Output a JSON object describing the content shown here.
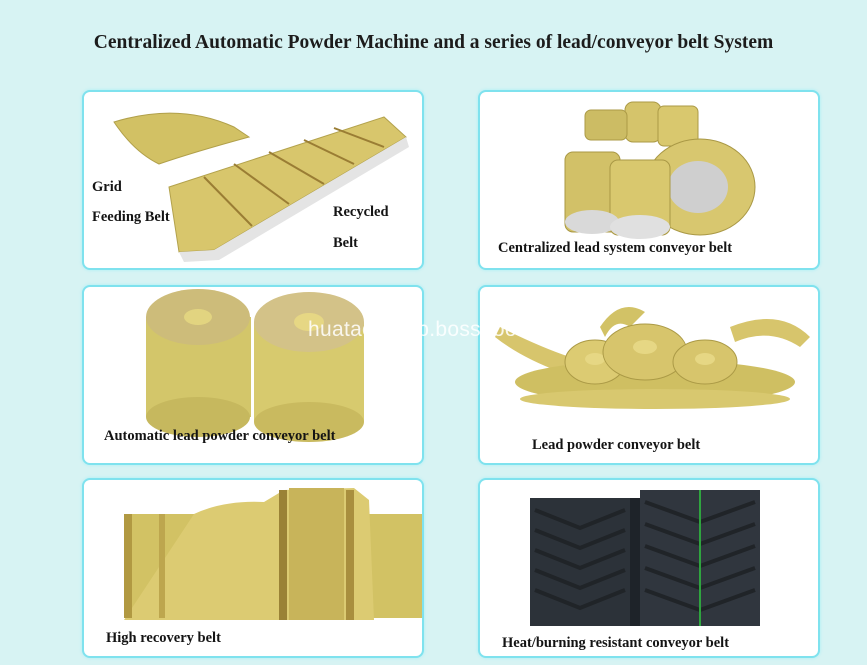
{
  "title": "Centralized Automatic Powder Machine and a series of lead/conveyor belt System",
  "panels": {
    "p1": {
      "label_a": "Grid",
      "label_b": "Feeding Belt",
      "label_c": "Recycled",
      "label_d": "Belt"
    },
    "p2": {
      "label": "Centralized lead system conveyor belt"
    },
    "p3": {
      "label": "Automatic lead powder conveyor belt"
    },
    "p4": {
      "label": "Lead powder conveyor belt"
    },
    "p5": {
      "label": "High recovery belt"
    },
    "p6": {
      "label": "Heat/burning resistant conveyor belt"
    }
  },
  "watermark": "huataogroup.bossgoo.com",
  "colors": {
    "background": "#d7f3f3",
    "panel_border": "#7fe2ee",
    "belt_yellow": "#d6c56a",
    "belt_dark": "#2a3038"
  }
}
